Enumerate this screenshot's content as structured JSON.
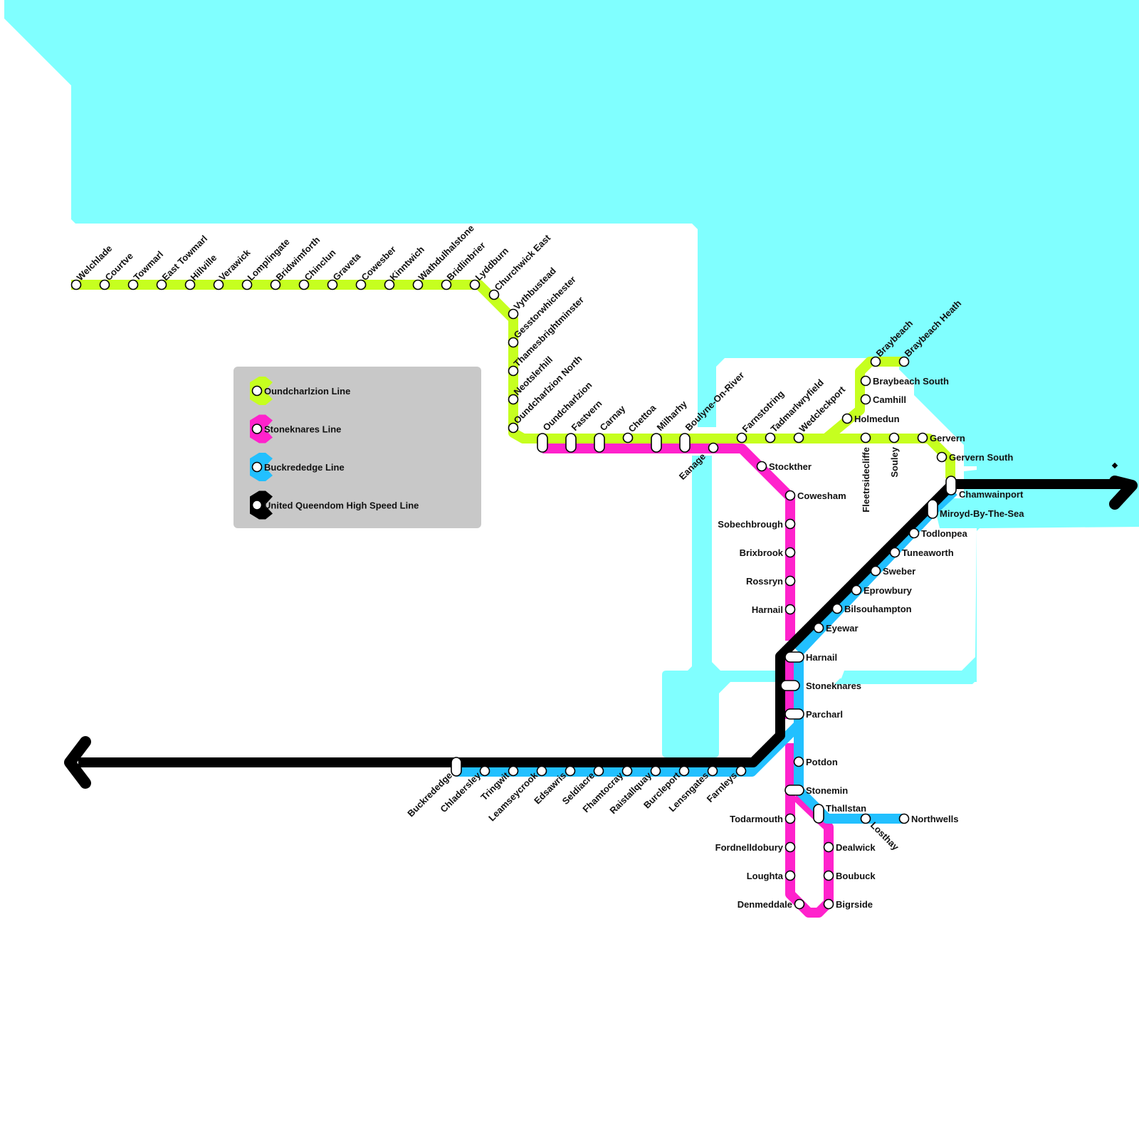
{
  "map": {
    "colors": {
      "water": "#80ffff",
      "land": "#ffffff",
      "legend_bg": "#c8c8c8",
      "station_fill": "#ffffff",
      "station_stroke": "#000000",
      "text": "#111111"
    },
    "legend": {
      "items": [
        {
          "label": "Oundcharlzion Line",
          "color": "#c6ff1f"
        },
        {
          "label": "Stoneknares Line",
          "color": "#ff22cc"
        },
        {
          "label": "Buckrededge Line",
          "color": "#22c0ff"
        },
        {
          "label": "United Queendom High Speed Line",
          "color": "#000000"
        }
      ]
    },
    "lines": [
      {
        "name": "Oundcharlzion Line",
        "color": "#c6ff1f",
        "stations": [
          "Welchlade",
          "Courtve",
          "Towmarl",
          "East Towmarl",
          "Hillville",
          "Verawick",
          "Lomplingate",
          "Bridwimforth",
          "Chinclun",
          "Graveta",
          "Cowesber",
          "Kinntwich",
          "Wathdulhalstone",
          "Bridlinbrier",
          "Lyddburn",
          "Churchwick East",
          "Vythbustead",
          "Gesstorwhichester",
          "Thamesbrightminster",
          "Neotslerhill",
          "Oundcharlzion North",
          "Oundcharlzion",
          "Fastvern",
          "Carnay",
          "Chettoa",
          "Milharhy",
          "Boulyne-On-River",
          "Farnstotring",
          "Tadmarlwryfield",
          "Wedcleckport",
          "Holmedun",
          "Camhill",
          "Braybeach South",
          "Braybeach",
          "Braybeach Heath",
          "Fleetrsidecliffe",
          "Souley",
          "Gervern",
          "Gervern South",
          "Chamwainport"
        ]
      },
      {
        "name": "Stoneknares Line",
        "color": "#ff22cc",
        "stations": [
          "Oundcharlzion",
          "Fastvern",
          "Carnay",
          "Milharhy",
          "Boulyne-On-River",
          "Eanage",
          "Stockther",
          "Cowesham",
          "Sobechbrough",
          "Brixbrook",
          "Rossryn",
          "Harnail",
          "Harnail",
          "Stoneknares",
          "Parcharl",
          "Stonemin",
          "Todarmouth",
          "Fordnelldobury",
          "Loughta",
          "Denmeddale",
          "Thallstan",
          "Dealwick",
          "Boubuck",
          "Bigrside"
        ]
      },
      {
        "name": "Buckrededge Line",
        "color": "#22c0ff",
        "stations": [
          "Buckrededge",
          "Chladersley",
          "Tringwit",
          "Leamseycrook",
          "Edsawris",
          "Seldiacre",
          "Fhamtocray",
          "Raistallquay",
          "Burcleport",
          "Lensngates",
          "Farnleys",
          "Parcharl",
          "Stoneknares",
          "Harnail",
          "Eyewar",
          "Bilsouhampton",
          "Eprowbury",
          "Sweber",
          "Tuneaworth",
          "Todlonpea",
          "Miroyd-By-The-Sea",
          "Chamwainport",
          "Potdon",
          "Stonemin",
          "Thallstan",
          "Losthay",
          "Northwells"
        ]
      },
      {
        "name": "United Queendom High Speed Line",
        "color": "#000000",
        "stations": [
          "Buckrededge",
          "Stoneknares",
          "Miroyd-By-The-Sea",
          "Chamwainport"
        ]
      }
    ],
    "stations": [
      {
        "name": "Welchlade"
      },
      {
        "name": "Courtve"
      },
      {
        "name": "Towmarl"
      },
      {
        "name": "East Towmarl"
      },
      {
        "name": "Hillville"
      },
      {
        "name": "Verawick"
      },
      {
        "name": "Lomplingate"
      },
      {
        "name": "Bridwimforth"
      },
      {
        "name": "Chinclun"
      },
      {
        "name": "Graveta"
      },
      {
        "name": "Cowesber"
      },
      {
        "name": "Kinntwich"
      },
      {
        "name": "Wathdulhalstone"
      },
      {
        "name": "Bridlinbrier"
      },
      {
        "name": "Lyddburn"
      },
      {
        "name": "Churchwick East"
      },
      {
        "name": "Vythbustead"
      },
      {
        "name": "Gesstorwhichester"
      },
      {
        "name": "Thamesbrightminster"
      },
      {
        "name": "Neotslerhill"
      },
      {
        "name": "Oundcharlzion North"
      },
      {
        "name": "Oundcharlzion"
      },
      {
        "name": "Fastvern"
      },
      {
        "name": "Carnay"
      },
      {
        "name": "Chettoa"
      },
      {
        "name": "Milharhy"
      },
      {
        "name": "Boulyne-On-River"
      },
      {
        "name": "Eanage"
      },
      {
        "name": "Farnstotring"
      },
      {
        "name": "Tadmarlwryfield"
      },
      {
        "name": "Wedcleckport"
      },
      {
        "name": "Holmedun"
      },
      {
        "name": "Camhill"
      },
      {
        "name": "Braybeach South"
      },
      {
        "name": "Braybeach"
      },
      {
        "name": "Braybeach Heath"
      },
      {
        "name": "Fleetrsidecliffe"
      },
      {
        "name": "Souley"
      },
      {
        "name": "Gervern"
      },
      {
        "name": "Gervern South"
      },
      {
        "name": "Chamwainport"
      },
      {
        "name": "Miroyd-By-The-Sea"
      },
      {
        "name": "Todlonpea"
      },
      {
        "name": "Tuneaworth"
      },
      {
        "name": "Sweber"
      },
      {
        "name": "Eprowbury"
      },
      {
        "name": "Bilsouhampton"
      },
      {
        "name": "Eyewar"
      },
      {
        "name": "Stockther"
      },
      {
        "name": "Cowesham"
      },
      {
        "name": "Sobechbrough"
      },
      {
        "name": "Brixbrook"
      },
      {
        "name": "Rossryn"
      },
      {
        "name": "Harnail"
      },
      {
        "name": "Harnail"
      },
      {
        "name": "Stoneknares"
      },
      {
        "name": "Parcharl"
      },
      {
        "name": "Potdon"
      },
      {
        "name": "Stonemin"
      },
      {
        "name": "Thallstan"
      },
      {
        "name": "Losthay"
      },
      {
        "name": "Northwells"
      },
      {
        "name": "Todarmouth"
      },
      {
        "name": "Fordnelldobury"
      },
      {
        "name": "Loughta"
      },
      {
        "name": "Denmeddale"
      },
      {
        "name": "Dealwick"
      },
      {
        "name": "Boubuck"
      },
      {
        "name": "Bigrside"
      },
      {
        "name": "Buckrededge"
      },
      {
        "name": "Chladersley"
      },
      {
        "name": "Tringwit"
      },
      {
        "name": "Leamseycrook"
      },
      {
        "name": "Edsawris"
      },
      {
        "name": "Seldiacre"
      },
      {
        "name": "Fhamtocray"
      },
      {
        "name": "Raistallquay"
      },
      {
        "name": "Burcleport"
      },
      {
        "name": "Lensngates"
      },
      {
        "name": "Farnleys"
      }
    ]
  }
}
